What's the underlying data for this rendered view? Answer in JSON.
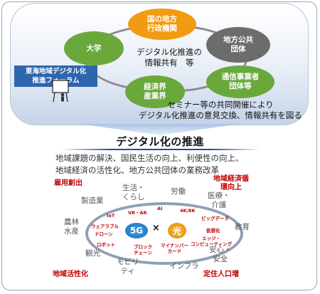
{
  "top": {
    "node_gov": "国の地方\n行政機関",
    "node_uni": "大学",
    "node_local": "地方公共\n団体",
    "node_industry": "経済界\n産業界",
    "node_telecom": "通信事業者\n団体等",
    "center_text": "デジタル化推進の\n情報共有　等",
    "forum_label": "東海地域デジタル化\n推進フォーラム",
    "seminar_text": "セミナー等の共同開催により\nデジタル化推進の意見交換、情報共有を図る"
  },
  "section": {
    "title": "デジタル化の推進",
    "description": "地域課題の解決、国民生活の向上、利便性の向上、\n地域経済の活性化、地方公共団体の業務改革"
  },
  "outcomes": {
    "employment": "雇用創出",
    "economy": "地域経済循\n環向上",
    "revitalization": "地域活性化",
    "population": "定住人口増"
  },
  "fields": {
    "manufacturing": "製造業",
    "life": "生活・\nくらし",
    "labor": "労働",
    "medical": "医療・\n介護",
    "agriculture": "農林\n水産",
    "education": "教育",
    "tourism": "観光",
    "mobility": "モビリ\nティ",
    "infrastructure": "インフラ",
    "safety": "安心・\n安全"
  },
  "tech": {
    "vr_ar": "VR・AR",
    "ai": "AI",
    "iot": "IoT",
    "k4k8": "4K/8K",
    "bigdata": "ビッグデータ",
    "wearable": "ウェアラブル",
    "drone": "ドローン",
    "virtualization": "仮想化",
    "robot": "ロボット",
    "edge": "エッジ・\nコンピューティング",
    "blockchain": "ブロック\nチェーン",
    "mynumber": "マイナンバー\nカード"
  },
  "core": {
    "fiveg": "5G",
    "times": "×",
    "hikari": "光"
  },
  "colors": {
    "green": "#6aa83c",
    "orange": "#f29b12",
    "gray": "#6c6c6c",
    "forum_blue": "#2e66ae",
    "red_text": "#c00000",
    "fiveg_blue": "#1f6fb8",
    "hikari_orange": "#e48a07"
  }
}
